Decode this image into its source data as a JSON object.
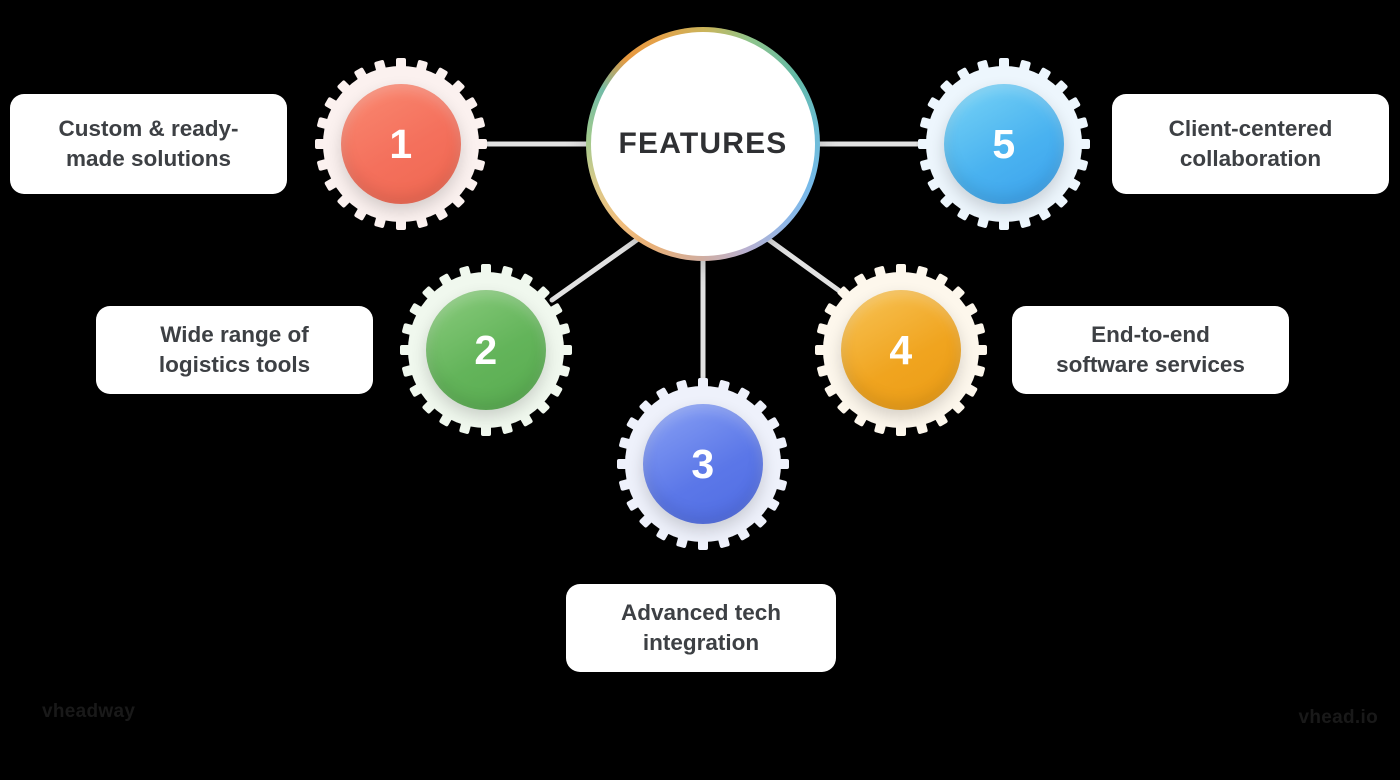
{
  "diagram": {
    "type": "radial-hub-and-spoke",
    "hub": {
      "label": "FEATURES",
      "ring_colors": [
        "#e8993f",
        "#8fc48b",
        "#63b9a6",
        "#74b9e8",
        "#b9b0cf",
        "#e8b079"
      ]
    },
    "connector_color": "#e0e0e0",
    "nodes": [
      {
        "number": "1",
        "label": "Custom & ready-made solutions",
        "label_line1": "Custom & ready-",
        "label_line2": "made solutions",
        "color": "#f4705c",
        "color_light": "#fa8a72",
        "ring_color": "#fbf1ef",
        "side": "left"
      },
      {
        "number": "2",
        "label": "Wide range of logistics tools",
        "label_line1": "Wide range of",
        "label_line2": "logistics tools",
        "color": "#63b45a",
        "color_light": "#8ccd7f",
        "ring_color": "#f0f8ee",
        "side": "left"
      },
      {
        "number": "3",
        "label": "Advanced tech integration",
        "label_line1": "Advanced tech",
        "label_line2": "integration",
        "color": "#5b77e8",
        "color_light": "#7e94f0",
        "ring_color": "#eef1fb",
        "side": "bottom"
      },
      {
        "number": "4",
        "label": "End-to-end software services",
        "label_line1": "End-to-end",
        "label_line2": "software services",
        "color": "#f0a41f",
        "color_light": "#f7c055",
        "ring_color": "#fdf7ec",
        "side": "right"
      },
      {
        "number": "5",
        "label": "Client-centered collaboration",
        "label_line1": "Client-centered",
        "label_line2": "collaboration",
        "color": "#3aa0ee",
        "color_light": "#75d2f4",
        "ring_color": "#edf6fd",
        "side": "right"
      }
    ]
  },
  "watermarks": {
    "left": "vheadway",
    "right": "vhead.io"
  }
}
